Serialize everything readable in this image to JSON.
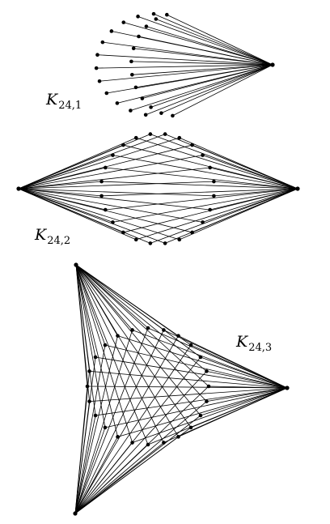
{
  "labels": [
    {
      "main": "K",
      "sub": "24,1"
    },
    {
      "main": "K",
      "sub": "24,2"
    },
    {
      "main": "K",
      "sub": "24,3"
    }
  ],
  "graphs": [
    {
      "name": "K24,1",
      "small_vertices": 24,
      "hubs": 1
    },
    {
      "name": "K24,2",
      "small_vertices": 24,
      "hubs": 2
    },
    {
      "name": "K24,3",
      "small_vertices": 24,
      "hubs": 3
    }
  ],
  "colors": {
    "edge": "#000000",
    "vertex": "#000000",
    "background": "#ffffff"
  }
}
